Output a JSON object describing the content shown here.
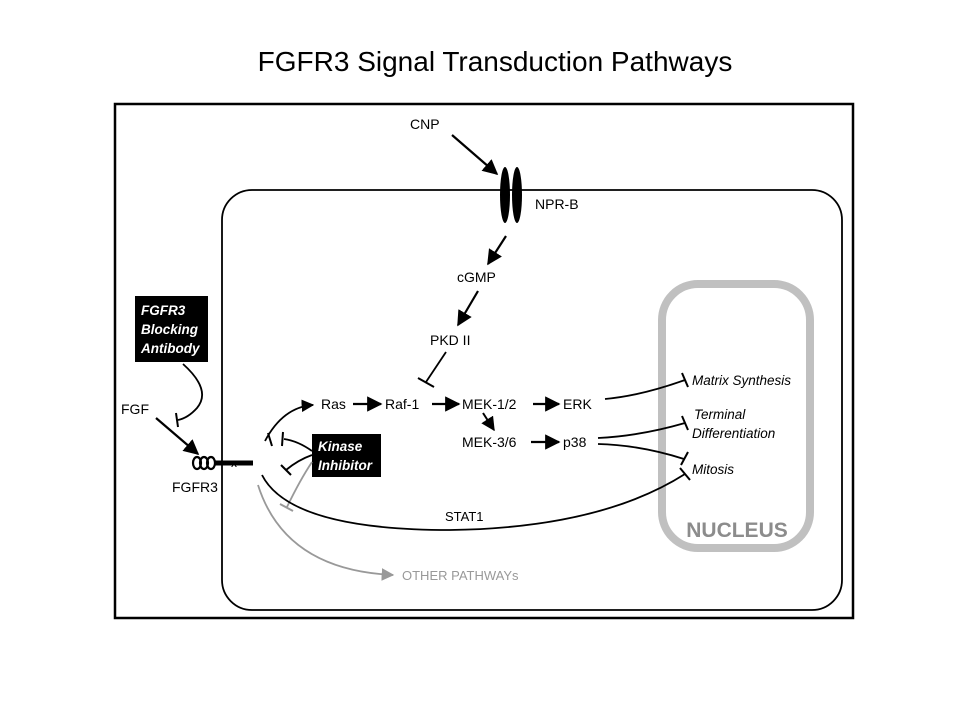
{
  "title": "FGFR3 Signal Transduction Pathways",
  "nodes": {
    "cnp": "CNP",
    "nprb": "NPR-B",
    "cgmp": "cGMP",
    "pkd": "PKD II",
    "ras": "Ras",
    "raf": "Raf-1",
    "mek12": "MEK-1/2",
    "erk": "ERK",
    "mek36": "MEK-3/6",
    "p38": "p38",
    "fgf": "FGF",
    "fgfr3": "FGFR3",
    "x_mark": "x",
    "stat1": "STAT1",
    "other": "OTHER PATHWAYs",
    "nucleus": "NUCLEUS"
  },
  "boxes": {
    "antibody": [
      "FGFR3",
      "Blocking",
      "Antibody"
    ],
    "kinase": [
      "Kinase",
      "Inhibitor"
    ]
  },
  "outcomes": {
    "matrix": "Matrix Synthesis",
    "terminal": [
      "Terminal",
      "Differentiation"
    ],
    "mitosis": "Mitosis"
  },
  "colors": {
    "line": "#000000",
    "nucleus_border": "#c0c0c0",
    "nucleus_text": "#8c8c8c",
    "gray_path": "#999999"
  }
}
